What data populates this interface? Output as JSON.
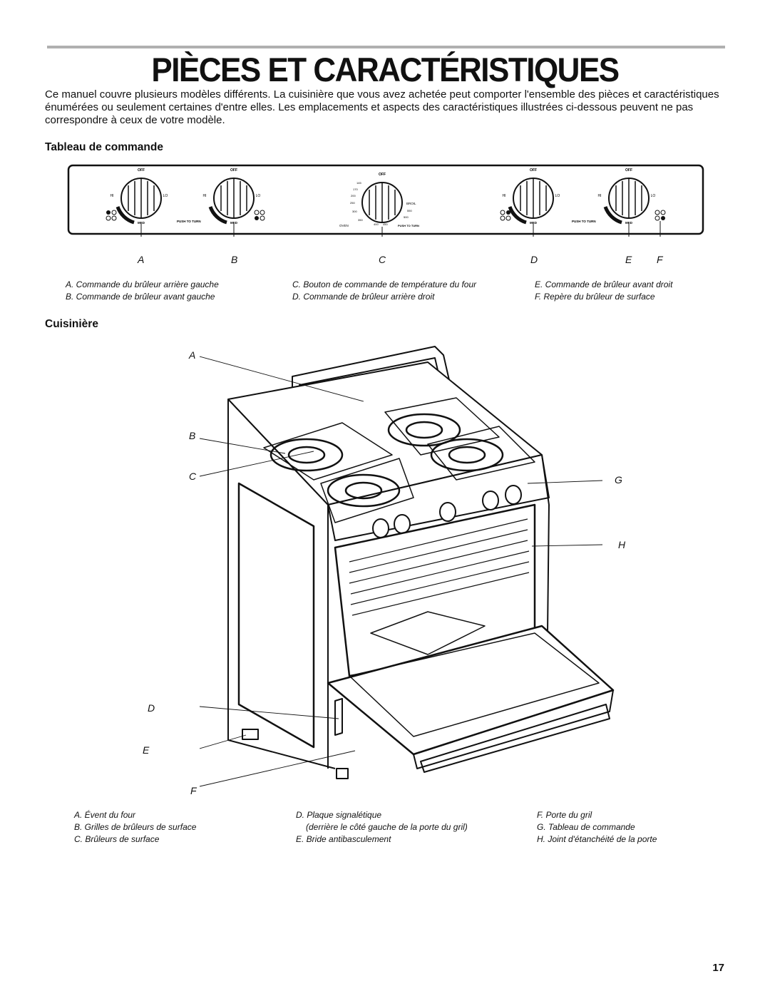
{
  "page": {
    "title": "PIÈCES ET CARACTÉRISTIQUES",
    "intro": "Ce manuel couvre plusieurs modèles différents. La cuisinière que vous avez achetée peut comporter l'ensemble des pièces et caractéristiques énumérées ou seulement certaines d'entre elles. Les emplacements et aspects des caractéristiques illustrées ci-dessous peuvent ne pas correspondre à ceux de votre modèle.",
    "page_number": "17"
  },
  "control_panel": {
    "heading": "Tableau de commande",
    "knob_labels": {
      "off": "OFF",
      "hi": "HI",
      "lo": "LO",
      "med": "MED",
      "push_to_turn": "PUSH TO TURN",
      "oven": "OVEN",
      "broil": "BROIL",
      "temps": [
        "145",
        "170",
        "200",
        "250",
        "300",
        "350",
        "400",
        "450",
        "500",
        "550"
      ]
    },
    "callouts": [
      "A",
      "B",
      "C",
      "D",
      "E",
      "F"
    ],
    "captions": {
      "col1": [
        "A. Commande du brûleur arrière gauche",
        "B. Commande de brûleur avant gauche"
      ],
      "col2": [
        "C. Bouton de commande de température du four",
        "D. Commande de brûleur arrière droit"
      ],
      "col3": [
        "E. Commande de brûleur avant droit",
        "F. Repère du brûleur de surface"
      ]
    }
  },
  "range": {
    "heading": "Cuisinière",
    "callouts_left": [
      "A",
      "B",
      "C",
      "D",
      "E",
      "F"
    ],
    "callouts_right": [
      "G",
      "H"
    ],
    "captions": {
      "col1": [
        "A. Évent du four",
        "B. Grilles de brûleurs de surface",
        "C. Brûleurs de surface"
      ],
      "col2": [
        "D. Plaque signalétique",
        "(derrière le côté gauche de la porte du gril)",
        "E. Bride antibasculement"
      ],
      "col3": [
        "F. Porte du gril",
        "G. Tableau de commande",
        "H. Joint d'étanchéité de la porte"
      ]
    }
  }
}
